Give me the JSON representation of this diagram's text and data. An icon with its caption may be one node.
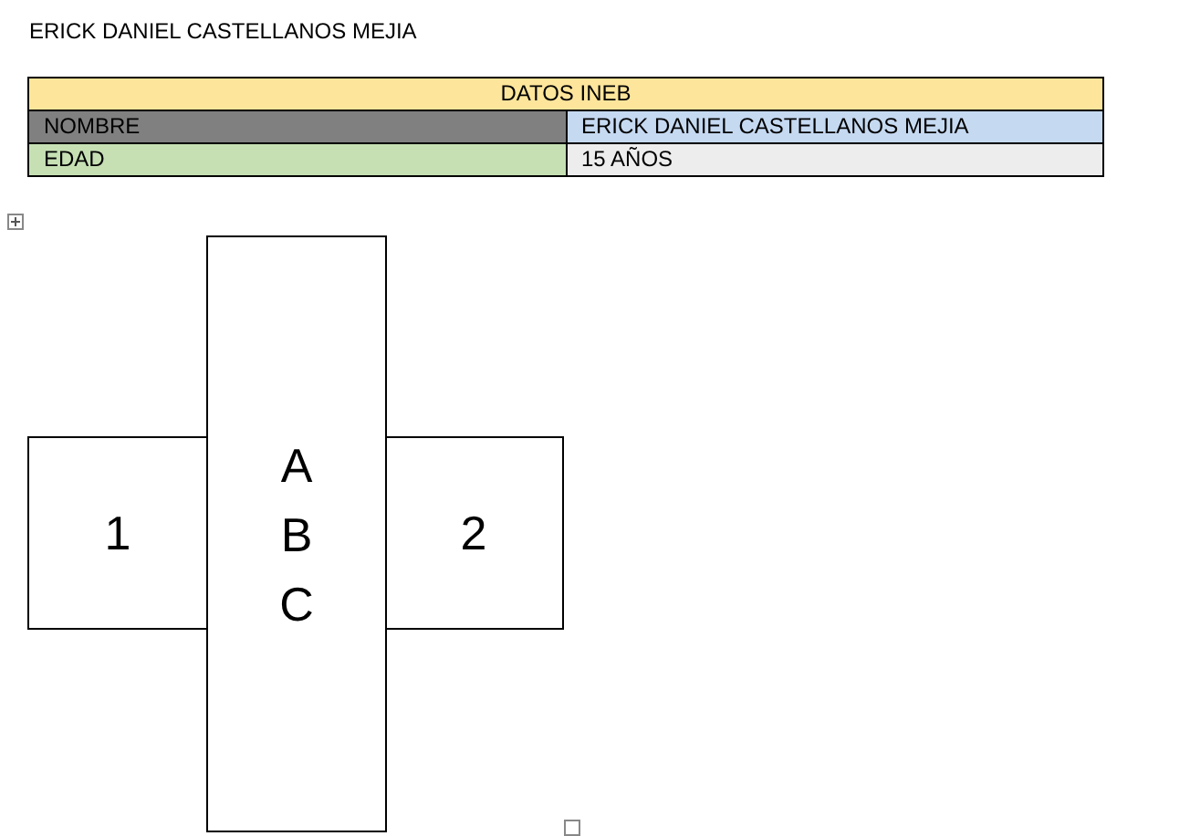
{
  "diagram": {
    "title": "ERICK DANIEL CASTELLANOS MEJIA",
    "nodes": [
      {
        "text": [
          "1"
        ]
      },
      {
        "text": [
          "A B C"
        ]
      },
      {
        "text": [
          "2"
        ]
      }
    ],
    "labels": [
      "DATOS INEB",
      "NOMBRE",
      "ERICK DANIEL CASTELLANOS MEJIA",
      "EDAD",
      "15 AÑOS"
    ]
  }
}
